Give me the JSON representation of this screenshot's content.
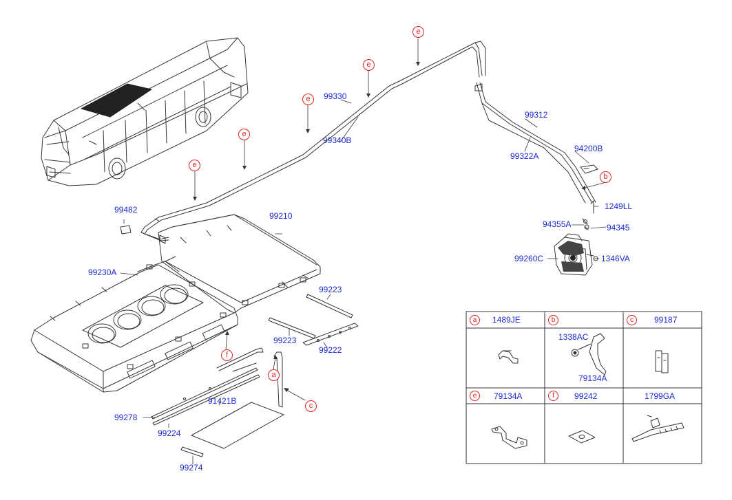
{
  "legend": {
    "cells": [
      {
        "letter": "a",
        "part": "1489JE"
      },
      {
        "letter": "b",
        "part": "",
        "sub_parts": [
          "1338AC",
          "79134A"
        ]
      },
      {
        "letter": "c",
        "part": "99187"
      },
      {
        "letter": "e",
        "part": "79134A"
      },
      {
        "letter": "f",
        "part": "99242"
      },
      {
        "letter": "",
        "part": "1799GA"
      }
    ]
  },
  "part_labels": {
    "p99330": "99330",
    "p99340B": "99340B",
    "p99312": "99312",
    "p99322A": "99322A",
    "p94200B": "94200B",
    "p1249LL": "1249LL",
    "p94355A": "94355A",
    "p94345": "94345",
    "p99260C": "99260C",
    "p1346VA": "1346VA",
    "p99482": "99482",
    "p99210": "99210",
    "p99230A": "99230A",
    "p99223a": "99223",
    "p99223b": "99223",
    "p99222": "99222",
    "p99278": "99278",
    "p91421B": "91421B",
    "p99224": "99224",
    "p99274": "99274"
  },
  "callouts": {
    "e1": "e",
    "e2": "e",
    "e3": "e",
    "e4": "e",
    "e5": "e",
    "b": "b",
    "f": "f",
    "a": "a",
    "c": "c"
  }
}
